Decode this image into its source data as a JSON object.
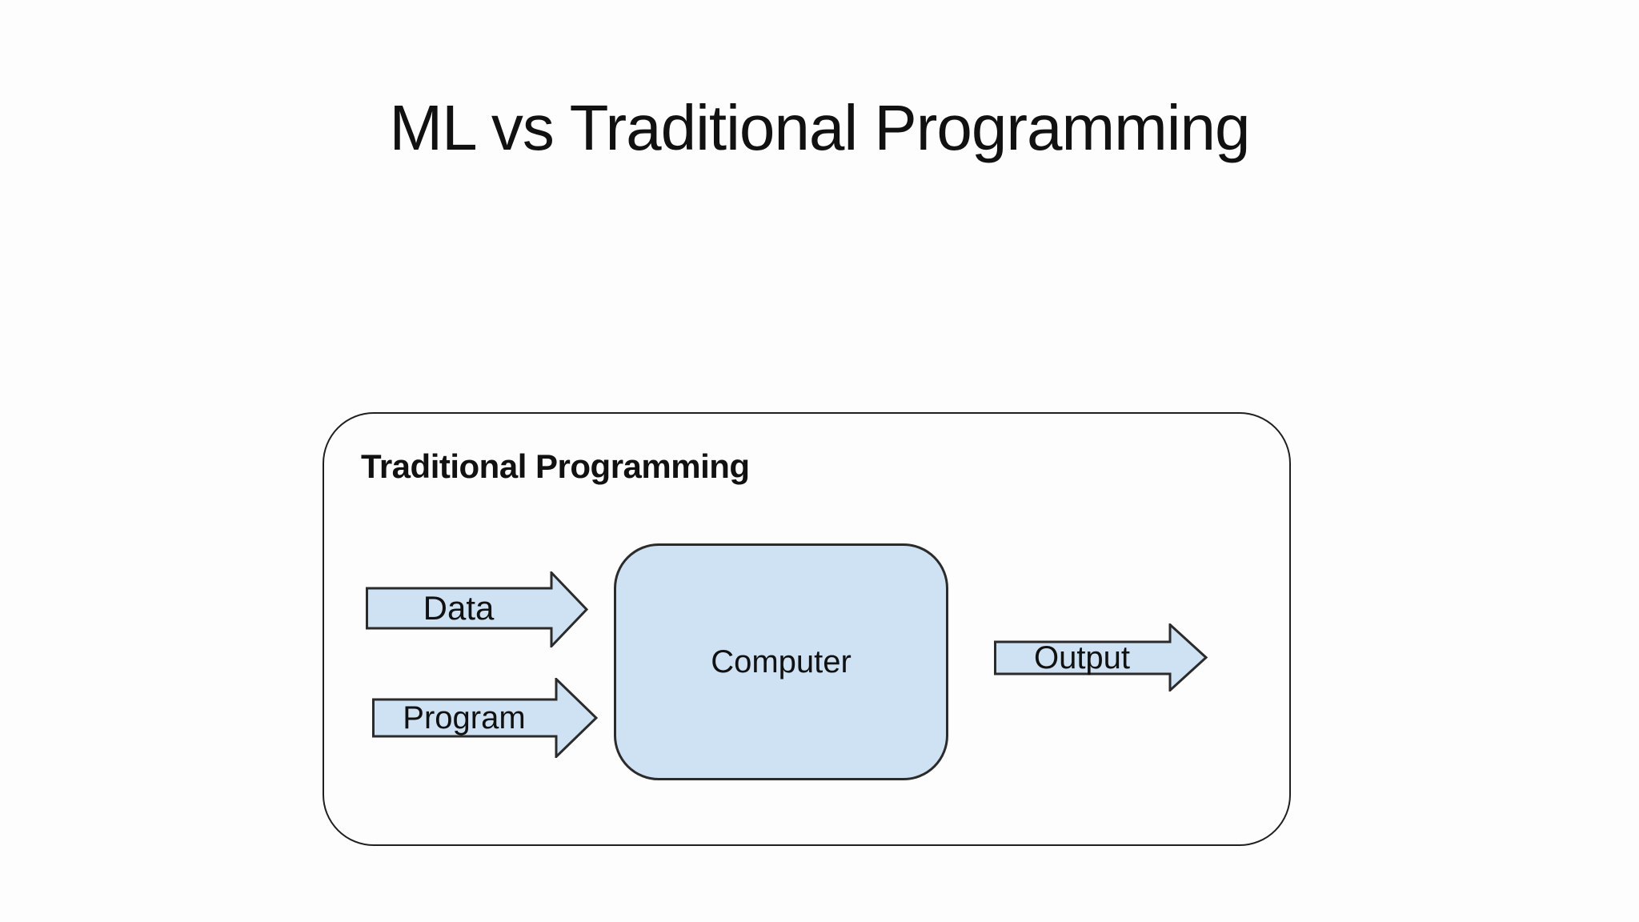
{
  "slide": {
    "title": "ML vs Traditional Programming"
  },
  "diagram": {
    "container_label": "Traditional Programming",
    "node_label": "Computer",
    "arrows": [
      {
        "id": "data",
        "label": "Data"
      },
      {
        "id": "program",
        "label": "Program"
      },
      {
        "id": "output",
        "label": "Output"
      }
    ]
  },
  "colors": {
    "background": "#fdfdfd",
    "text": "#111111",
    "shape_fill": "#cfe2f3",
    "shape_stroke": "#2b2b2b",
    "container_stroke": "#1f1f1f"
  }
}
